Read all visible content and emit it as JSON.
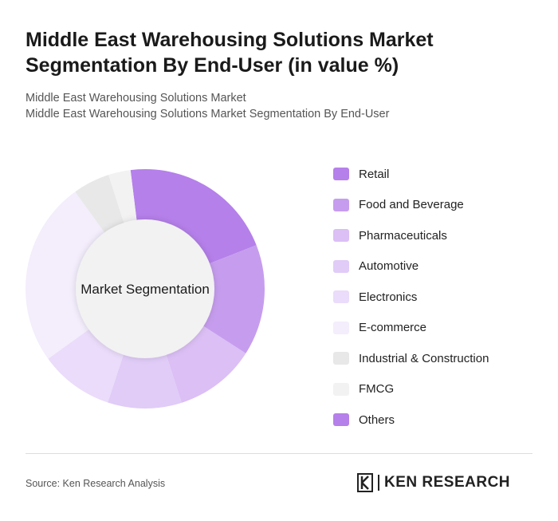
{
  "chart_data": {
    "type": "pie",
    "title": "Middle East Warehousing Solutions Market Segmentation By End-User (in value %)",
    "subtitle_lines": [
      "Middle East Warehousing Solutions Market",
      "Middle East Warehousing Solutions Market Segmentation By End-User"
    ],
    "center_label": "Market Segmentation",
    "legend_position": "right",
    "categories": [
      "Retail",
      "Food and Beverage",
      "Pharmaceuticals",
      "Automotive",
      "Electronics",
      "E-commerce",
      "Industrial & Construction",
      "FMCG",
      "Others"
    ],
    "values": [
      21,
      15,
      11,
      10,
      10,
      25,
      5,
      3,
      0
    ],
    "colors": [
      "#B580EA",
      "#C69DEE",
      "#DBBFF5",
      "#E0CCF7",
      "#EADCFA",
      "#F3EDFC",
      "#E8E8E8",
      "#F2F2F2",
      "#B580EA"
    ]
  },
  "footer": {
    "source": "Source: Ken Research Analysis",
    "logo_text": "KEN RESEARCH"
  }
}
